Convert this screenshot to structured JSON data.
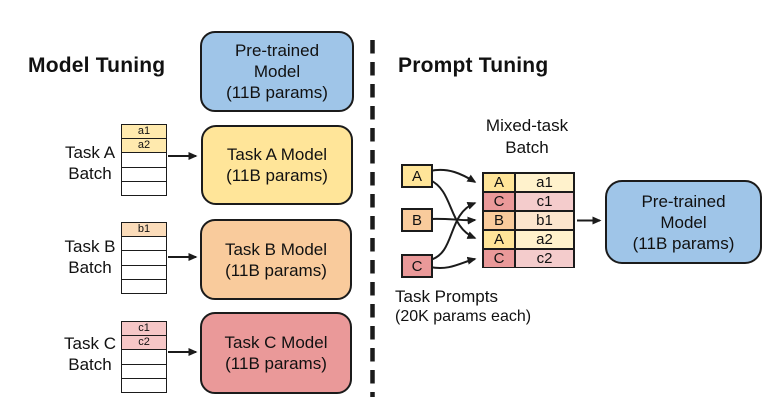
{
  "colors": {
    "blue": "#9fc5e8",
    "yellow": "#ffe599",
    "orange": "#f9cb9c",
    "red": "#ea9999",
    "yellow_light": "#fff2cc",
    "orange_light": "#fce5cd",
    "red_light": "#f4cccc",
    "yellow_row_tint": "#ffeaae",
    "orange_row_tint": "#fbdcba",
    "red_row_tint": "#f6c7c7",
    "border": "#1b1b1b"
  },
  "left": {
    "title": "Model Tuning",
    "pretrained_box": {
      "line1": "Pre-trained",
      "line2": "Model",
      "line3": "(11B params)",
      "color": "#9fc5e8"
    },
    "tasks": [
      {
        "label_line1": "Task A",
        "label_line2": "Batch",
        "rows": [
          "a1",
          "a2",
          "",
          "",
          ""
        ],
        "row_tint": "#ffeaae",
        "model": {
          "line1": "Task A Model",
          "line2": "(11B params)",
          "color": "#ffe599"
        }
      },
      {
        "label_line1": "Task B",
        "label_line2": "Batch",
        "rows": [
          "b1",
          "",
          "",
          "",
          ""
        ],
        "row_tint": "#fbdcba",
        "model": {
          "line1": "Task B Model",
          "line2": "(11B params)",
          "color": "#f9cb9c"
        }
      },
      {
        "label_line1": "Task C",
        "label_line2": "Batch",
        "rows": [
          "c1",
          "c2",
          "",
          "",
          ""
        ],
        "row_tint": "#f6c7c7",
        "model": {
          "line1": "Task C Model",
          "line2": "(11B params)",
          "color": "#ea9999"
        }
      }
    ]
  },
  "right": {
    "title": "Prompt Tuning",
    "batch_caption_line1": "Mixed-task",
    "batch_caption_line2": "Batch",
    "prompts": [
      {
        "label": "A",
        "color": "#ffe599"
      },
      {
        "label": "B",
        "color": "#f9cb9c"
      },
      {
        "label": "C",
        "color": "#ea9999"
      }
    ],
    "mixed_rows": [
      {
        "task": "A",
        "value": "a1",
        "task_color": "#ffe599",
        "value_color": "#fff2cc"
      },
      {
        "task": "C",
        "value": "c1",
        "task_color": "#ea9999",
        "value_color": "#f4cccc"
      },
      {
        "task": "B",
        "value": "b1",
        "task_color": "#f9cb9c",
        "value_color": "#fce5cd"
      },
      {
        "task": "A",
        "value": "a2",
        "task_color": "#ffe599",
        "value_color": "#fff2cc"
      },
      {
        "task": "C",
        "value": "c2",
        "task_color": "#ea9999",
        "value_color": "#f4cccc"
      }
    ],
    "pretrained_box": {
      "line1": "Pre-trained",
      "line2": "Model",
      "line3": "(11B params)",
      "color": "#9fc5e8"
    },
    "prompts_label_line1": "Task Prompts",
    "prompts_label_line2": "(20K params each)"
  }
}
